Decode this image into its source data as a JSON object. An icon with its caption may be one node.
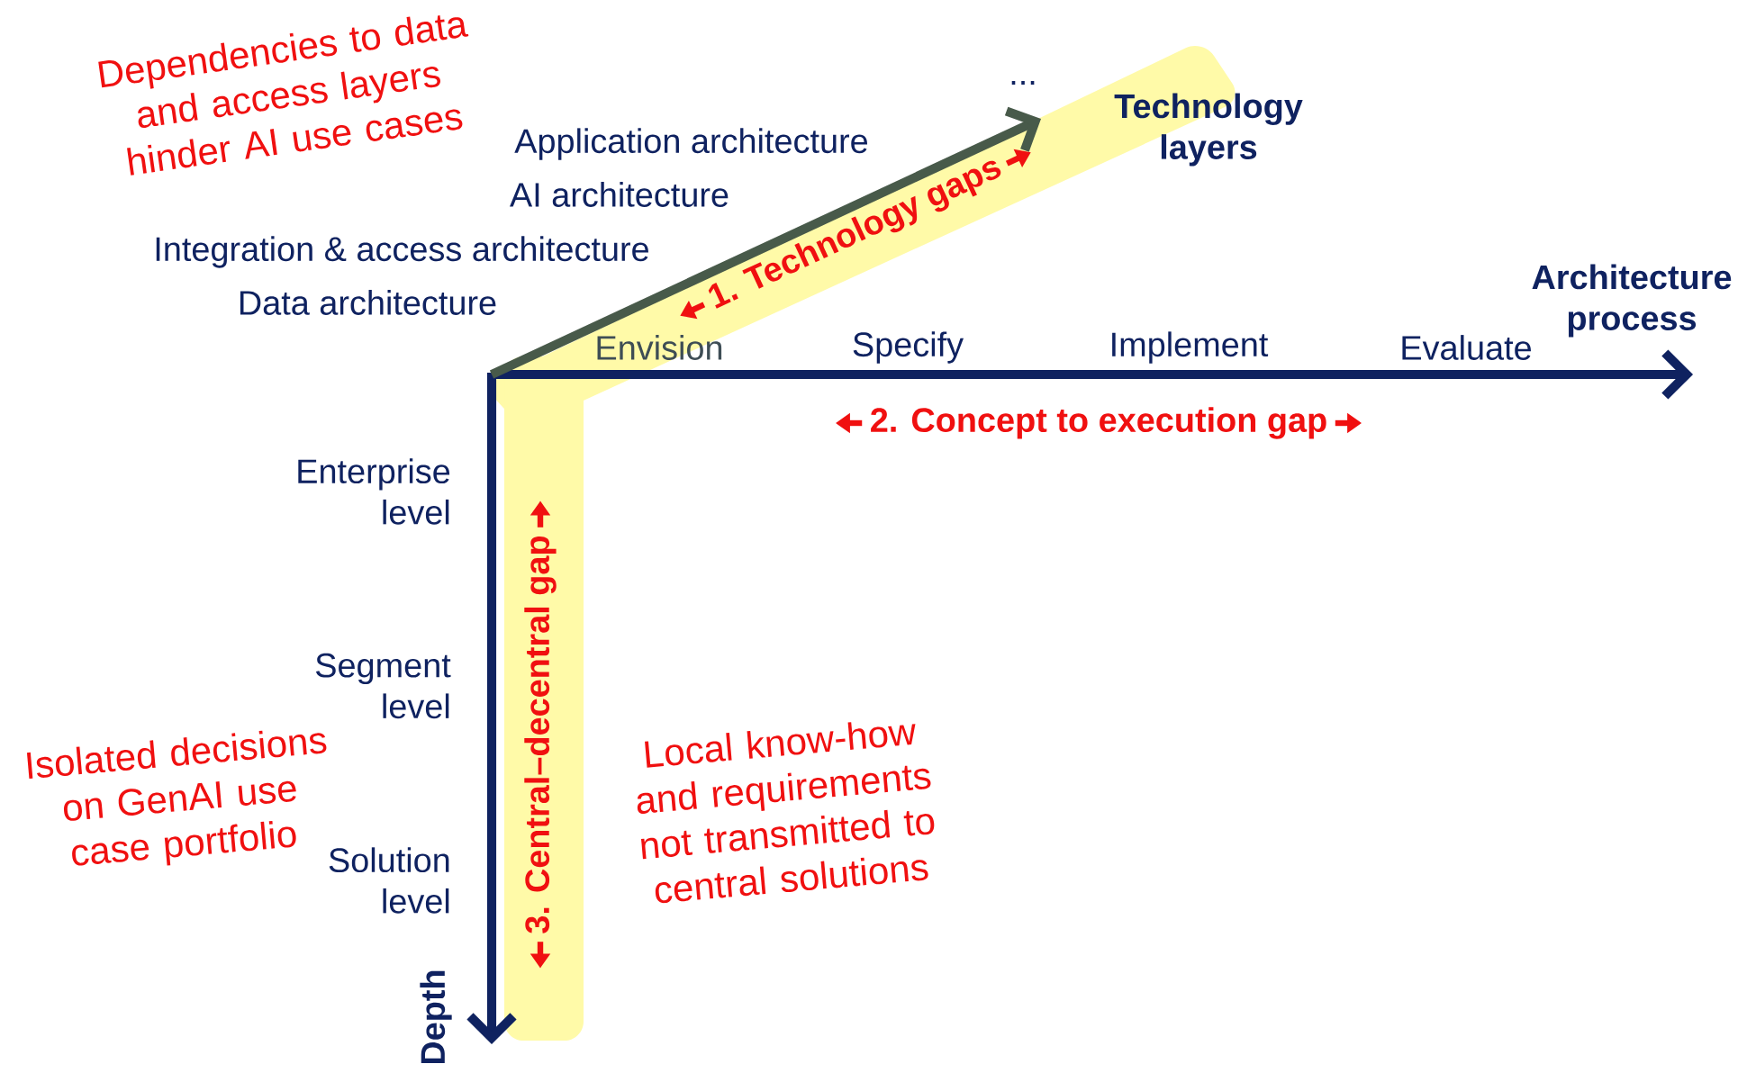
{
  "diagram": {
    "labels": [
      "Dependencies to data and access layers hinder AI use cases",
      "Application architecture",
      "AI architecture",
      "...",
      "Technology layers",
      "1. Technology gaps",
      "Integration & access architecture",
      "Data architecture",
      "Envision",
      "Specify",
      "Implement",
      "Evaluate",
      "Architecture process",
      "2. Concept to execution gap",
      "Enterprise level",
      "3. Central–decentral gap",
      "Segment level",
      "Isolated decisions on GenAI use case portfolio",
      "Local know-how and requirements not transmitted to central solutions",
      "Solution level",
      "Depth"
    ]
  }
}
